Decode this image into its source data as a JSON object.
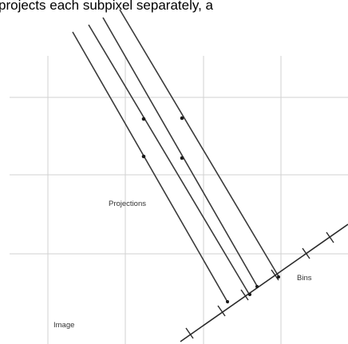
{
  "caption": "projects each subpixel separately, a",
  "labels": {
    "projections": "Projections",
    "bins": "Bins",
    "image": "Image"
  },
  "colors": {
    "grid": "#d2d2d2",
    "lines": "#3a3a3a",
    "text": "#333333",
    "background": "#ffffff"
  }
}
